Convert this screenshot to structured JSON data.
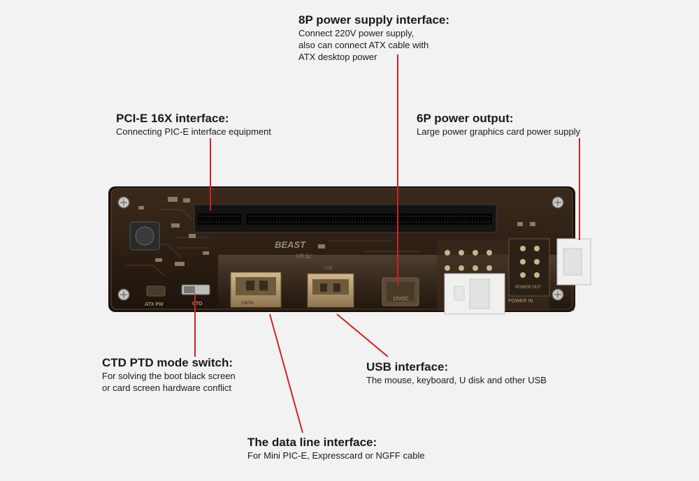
{
  "callouts": {
    "power8p": {
      "title": "8P power supply interface:",
      "lines": [
        "Connect 220V power supply,",
        "also can connect ATX cable with",
        "ATX desktop power"
      ]
    },
    "pcie": {
      "title": "PCI-E 16X interface:",
      "lines": [
        "Connecting PIC-E interface equipment"
      ]
    },
    "power6p": {
      "title": "6P power output:",
      "lines": [
        "Large power graphics card power supply"
      ]
    },
    "switch": {
      "title": "CTD PTD mode switch:",
      "lines": [
        "For solving the boot black screen",
        "or card screen hardware conflict"
      ]
    },
    "usb": {
      "title": "USB interface:",
      "lines": [
        "The mouse, keyboard, U disk and other USB"
      ]
    },
    "dataline": {
      "title": "The data line interface:",
      "lines": [
        "For Mini PIC-E, Expresscard or NGFF cable"
      ]
    }
  },
  "board": {
    "brand": "BEAST",
    "version": "V8.5c",
    "port_labels": {
      "data": "DATA",
      "usb": "USB",
      "dc": "12VDC",
      "power_out": "POWER OUT",
      "power_in": "POWER IN"
    },
    "switch_labels": {
      "atx": "ATX PW",
      "ctd": "CTD"
    },
    "colors": {
      "pcb": "#2b1d12",
      "leader": "#d62020",
      "port_metal": "#b89b6c",
      "white_connector": "#f0f0ee"
    }
  }
}
